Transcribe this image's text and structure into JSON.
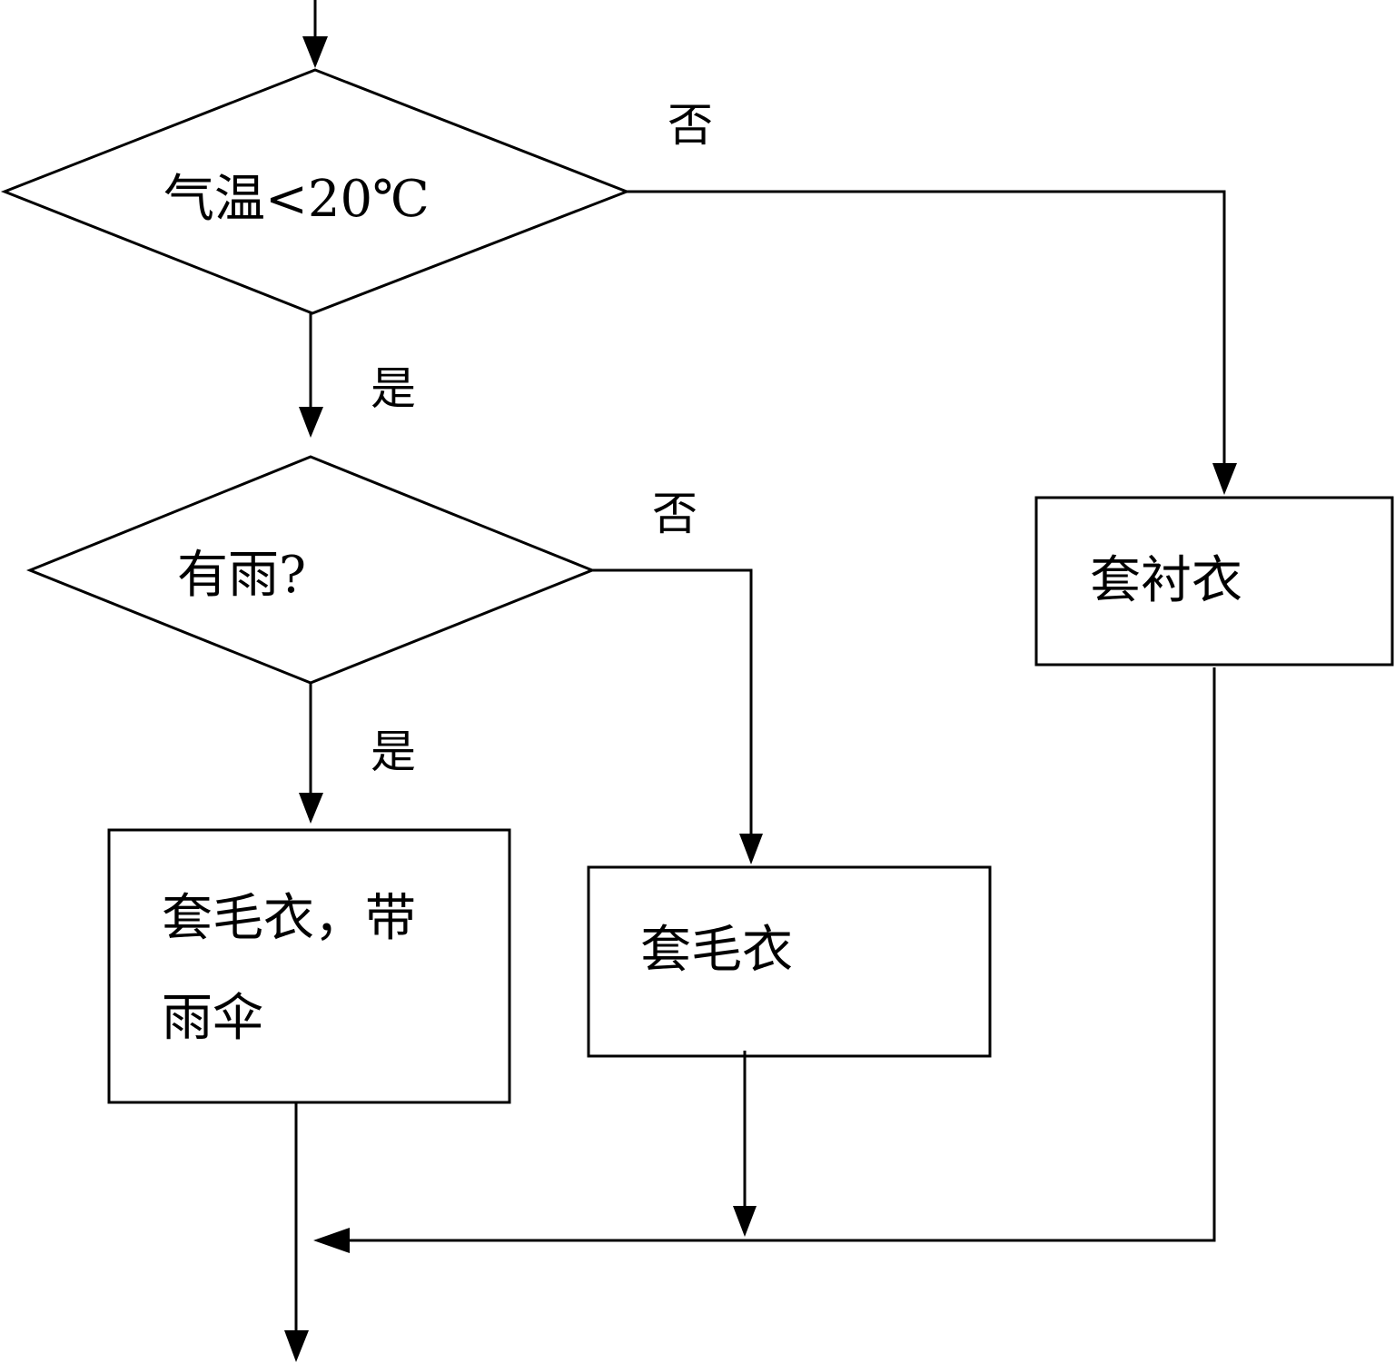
{
  "flowchart": {
    "decisions": [
      {
        "id": "temp",
        "text": "气温<20℃"
      },
      {
        "id": "rain",
        "text": "有雨?"
      }
    ],
    "processes": [
      {
        "id": "shirt",
        "text": "套衬衣"
      },
      {
        "id": "sweater-umbrella",
        "lines": [
          "套毛衣，带",
          "雨伞"
        ]
      },
      {
        "id": "sweater",
        "text": "套毛衣"
      }
    ],
    "edge_labels": {
      "temp_no": "否",
      "temp_yes": "是",
      "rain_no": "否",
      "rain_yes": "是"
    },
    "colors": {
      "stroke": "#000000",
      "background": "#ffffff"
    }
  }
}
